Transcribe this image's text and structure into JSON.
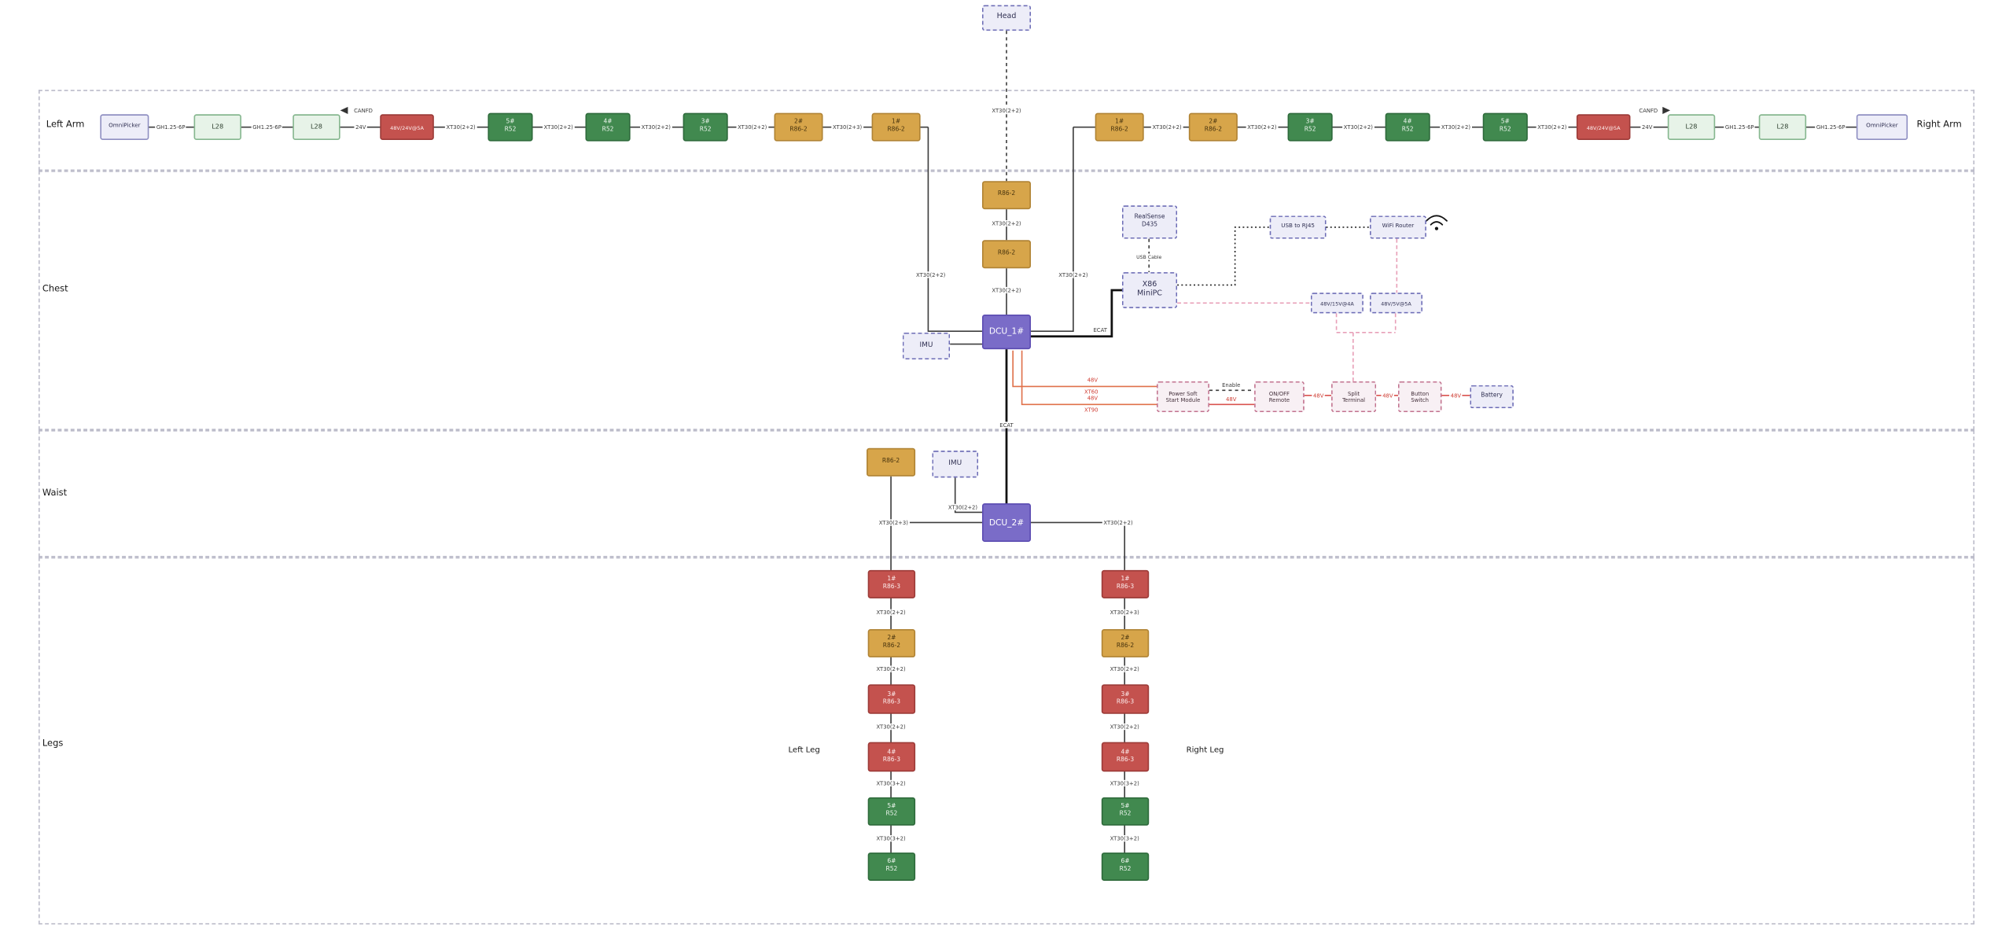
{
  "colors": {
    "motor_gold": "#d7a54a",
    "motor_green": "#41894f",
    "motor_red": "#c4524e",
    "dcu_purple": "#7a6cc8",
    "lavender_fill": "#ededf8",
    "light_green_fill": "#e7f3e8",
    "line_power_red": "#d9534f",
    "line_power_orange": "#e0714a",
    "line_power_pink": "#e8a0b8"
  },
  "head": {
    "label": "Head",
    "drop_connector": "XT30(2+2)"
  },
  "section_labels": {
    "left_arm": "Left Arm",
    "right_arm": "Right Arm",
    "chest": "Chest",
    "waist": "Waist",
    "legs": "Legs",
    "left_leg": "Left Leg",
    "right_leg": "Right Leg"
  },
  "left_arm": {
    "omnipicker": "OmniPicker",
    "conn_gh1": "GH1.25-6P",
    "l28_outer": "L28",
    "conn_gh2": "GH1.25-6P",
    "l28_inner": "L28",
    "canfd": "CANFD",
    "v24": "24V",
    "psu": "48V/24V@5A",
    "conn_xt1": "XT30(2+2)",
    "m5": {
      "num": "5#",
      "name": "R52"
    },
    "conn_xt2": "XT30(2+2)",
    "m4": {
      "num": "4#",
      "name": "R52"
    },
    "conn_xt3": "XT30(2+2)",
    "m3": {
      "num": "3#",
      "name": "R52"
    },
    "conn_xt4": "XT30(2+2)",
    "m2": {
      "num": "2#",
      "name": "R86-2"
    },
    "conn_xt5": "XT30(2+3)",
    "m1": {
      "num": "1#",
      "name": "R86-2"
    },
    "drop_conn": "XT30(2+2)"
  },
  "right_arm": {
    "m1": {
      "num": "1#",
      "name": "R86-2"
    },
    "conn_xt1": "XT30(2+2)",
    "m2": {
      "num": "2#",
      "name": "R86-2"
    },
    "conn_xt2": "XT30(2+2)",
    "m3": {
      "num": "3#",
      "name": "R52"
    },
    "conn_xt3": "XT30(2+2)",
    "m4": {
      "num": "4#",
      "name": "R52"
    },
    "conn_xt4": "XT30(2+2)",
    "m5": {
      "num": "5#",
      "name": "R52"
    },
    "conn_xt5": "XT30(2+2)",
    "psu": "48V/24V@5A",
    "canfd": "CANFD",
    "v24": "24V",
    "l28_inner": "L28",
    "conn_gh1": "GH1.25-6P",
    "l28_outer": "L28",
    "conn_gh2": "GH1.25-6P",
    "omnipicker": "OmniPicker",
    "drop_conn": "XT30(2+2)"
  },
  "chest": {
    "r86_top": "R86-2",
    "conn_top": "XT30(2+2)",
    "r86_mid": "R86-2",
    "conn_mid": "XT30(2+2)",
    "dcu1": "DCU_1#",
    "imu": "IMU",
    "realsense": {
      "line1": "RealSense",
      "line2": "D435"
    },
    "usb_cable": "USB Cable",
    "x86": {
      "line1": "X86",
      "line2": "MiniPC"
    },
    "usb_rj45": "USB to RJ45",
    "wifi_router": "WiFi Router",
    "ecat": "ECAT",
    "psu15": "48V/15V@4A",
    "psu5": "48V/5V@5A",
    "power_soft": {
      "line1": "Power Soft",
      "line2": "Start Module"
    },
    "enable": "Enable",
    "v48_enable": "48V",
    "onoff": {
      "line1": "ON/OFF",
      "line2": "Remote"
    },
    "v48_split": "48V",
    "split": {
      "line1": "Split",
      "line2": "Terminal"
    },
    "v48_button": "48V",
    "button": {
      "line1": "Button",
      "line2": "Switch"
    },
    "v48_battery": "48V",
    "battery": "Battery",
    "feed1": {
      "v": "48V",
      "conn": "XT60"
    },
    "feed2": {
      "v": "48V",
      "conn": "XT90"
    }
  },
  "waist": {
    "r86": "R86-2",
    "imu": "IMU",
    "dcu2": "DCU_2#",
    "conn_imu": "XT30(2+2)",
    "ecat": "ECAT",
    "left_branch": "XT30(2+3)",
    "right_branch": "XT30(2+2)"
  },
  "left_leg": {
    "m1": {
      "num": "1#",
      "name": "R86-3"
    },
    "c1": "XT30(2+2)",
    "m2": {
      "num": "2#",
      "name": "R86-2"
    },
    "c2": "XT30(2+2)",
    "m3": {
      "num": "3#",
      "name": "R86-3"
    },
    "c3": "XT30(2+2)",
    "m4": {
      "num": "4#",
      "name": "R86-3"
    },
    "c4": "XT30(3+2)",
    "m5": {
      "num": "5#",
      "name": "R52"
    },
    "c5": "XT30(3+2)",
    "m6": {
      "num": "6#",
      "name": "R52"
    }
  },
  "right_leg": {
    "m1": {
      "num": "1#",
      "name": "R86-3"
    },
    "c1": "XT30(2+3)",
    "m2": {
      "num": "2#",
      "name": "R86-2"
    },
    "c2": "XT30(2+2)",
    "m3": {
      "num": "3#",
      "name": "R86-3"
    },
    "c3": "XT30(2+2)",
    "m4": {
      "num": "4#",
      "name": "R86-3"
    },
    "c4": "XT30(3+2)",
    "m5": {
      "num": "5#",
      "name": "R52"
    },
    "c5": "XT30(3+2)",
    "m6": {
      "num": "6#",
      "name": "R52"
    }
  }
}
